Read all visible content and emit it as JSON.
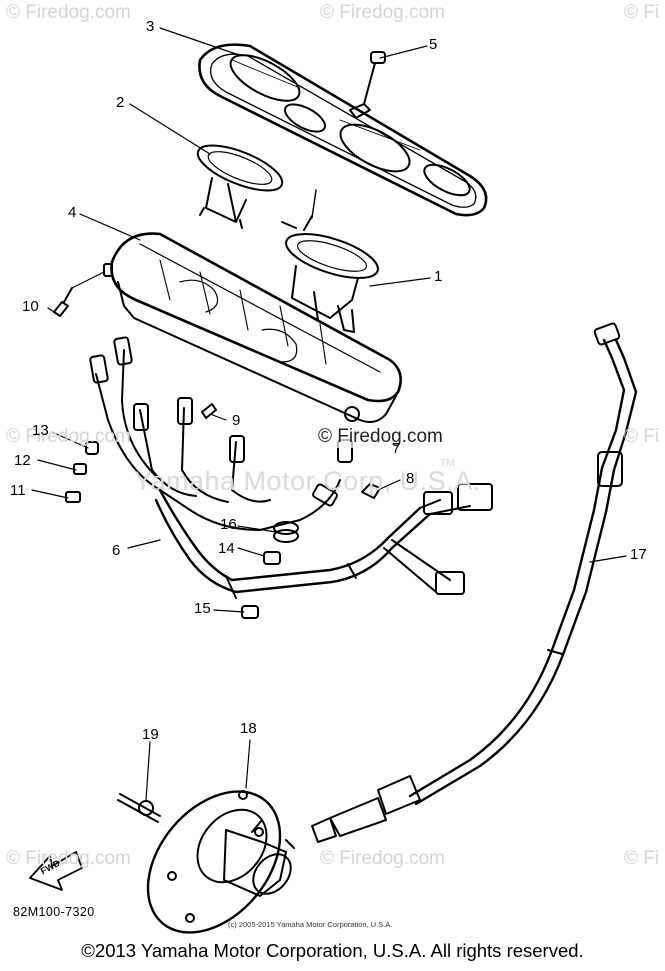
{
  "watermark": {
    "site": "© Firedog.com",
    "site_short": "© Fi",
    "site_right": "©",
    "center_dark": "© Firedog.com",
    "company": "Yamaha Motor Corp, U.S.A.",
    "tm": "TM"
  },
  "callouts": [
    "1",
    "2",
    "3",
    "4",
    "5",
    "6",
    "7",
    "8",
    "9",
    "10",
    "11",
    "12",
    "13",
    "14",
    "15",
    "16",
    "17",
    "18",
    "19"
  ],
  "diagram_code": "82M100-7320",
  "small_copyright": "(c) 2005-2015 Yamaha Motor Corporation, U.S.A.",
  "copyright": "©2013 Yamaha Motor Corporation, U.S.A. All rights reserved.",
  "fwd_label": "FWD",
  "colors": {
    "line": "#000000",
    "watermark": "#d4d4d4"
  }
}
